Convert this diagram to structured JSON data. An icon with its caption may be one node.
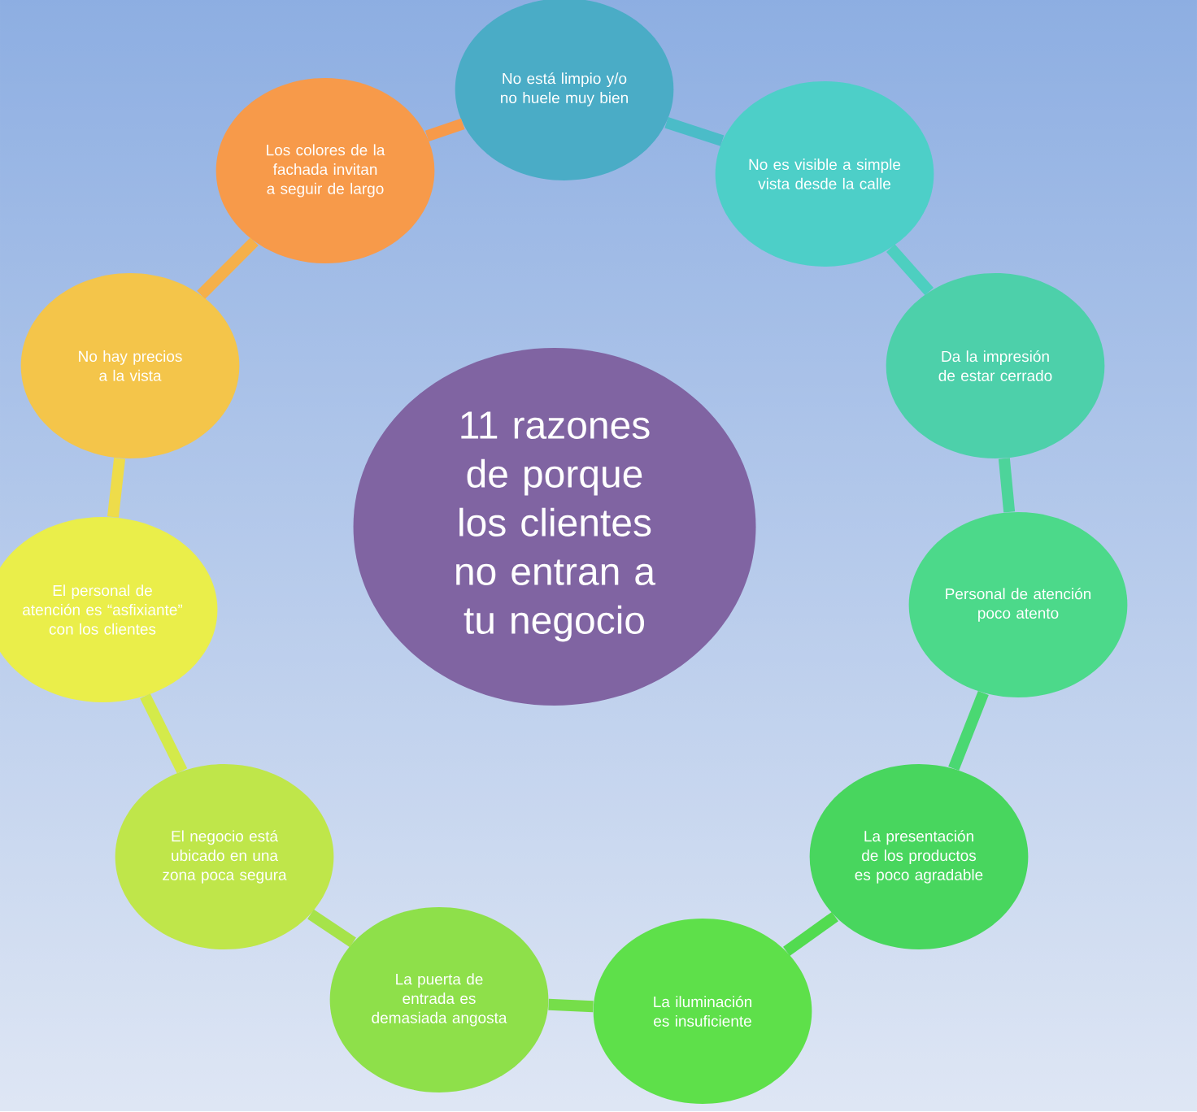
{
  "diagram": {
    "nodes": [
      {
        "text": [
          "11 razones de porque los clientes no entran a tu negocio"
        ]
      },
      {
        "text": [
          "No está limpio y/o no huele muy bien"
        ]
      },
      {
        "text": [
          "No es visible a simple vista desde la calle"
        ]
      },
      {
        "text": [
          "Da la impresión de estar cerrado"
        ]
      },
      {
        "text": [
          "Personal de atención poco atento"
        ]
      },
      {
        "text": [
          "La presentación de los productos es poco agradable"
        ]
      },
      {
        "text": [
          "La iluminación es insuficiente"
        ]
      },
      {
        "text": [
          "La puerta de entrada es demasiada angosta"
        ]
      },
      {
        "text": [
          "El negocio está ubicado en una zona poca segura"
        ]
      },
      {
        "text": [
          "El personal de atención es “asfixiante” con los clientes"
        ]
      },
      {
        "text": [
          "No hay precios a la vista"
        ]
      },
      {
        "text": [
          "Los colores de la fachada invitan a seguir de largo"
        ]
      }
    ],
    "edges": [
      {
        "from": 1,
        "to": 2,
        "arrow": "none",
        "color": "#4bbcc8"
      },
      {
        "from": 2,
        "to": 3,
        "arrow": "none",
        "color": "#4dcfc0"
      },
      {
        "from": 3,
        "to": 4,
        "arrow": "none",
        "color": "#4dd49a"
      },
      {
        "from": 4,
        "to": 5,
        "arrow": "none",
        "color": "#4ad872"
      },
      {
        "from": 5,
        "to": 6,
        "arrow": "none",
        "color": "#52db50"
      },
      {
        "from": 6,
        "to": 7,
        "arrow": "none",
        "color": "#76de4a"
      },
      {
        "from": 7,
        "to": 8,
        "arrow": "none",
        "color": "#a6e34a"
      },
      {
        "from": 8,
        "to": 9,
        "arrow": "none",
        "color": "#d4ea4a"
      },
      {
        "from": 9,
        "to": 10,
        "arrow": "none",
        "color": "#eedc4a"
      },
      {
        "from": 10,
        "to": 11,
        "arrow": "none",
        "color": "#f5b04a"
      },
      {
        "from": 11,
        "to": 1,
        "arrow": "none",
        "color": "#f79a4a"
      }
    ]
  }
}
